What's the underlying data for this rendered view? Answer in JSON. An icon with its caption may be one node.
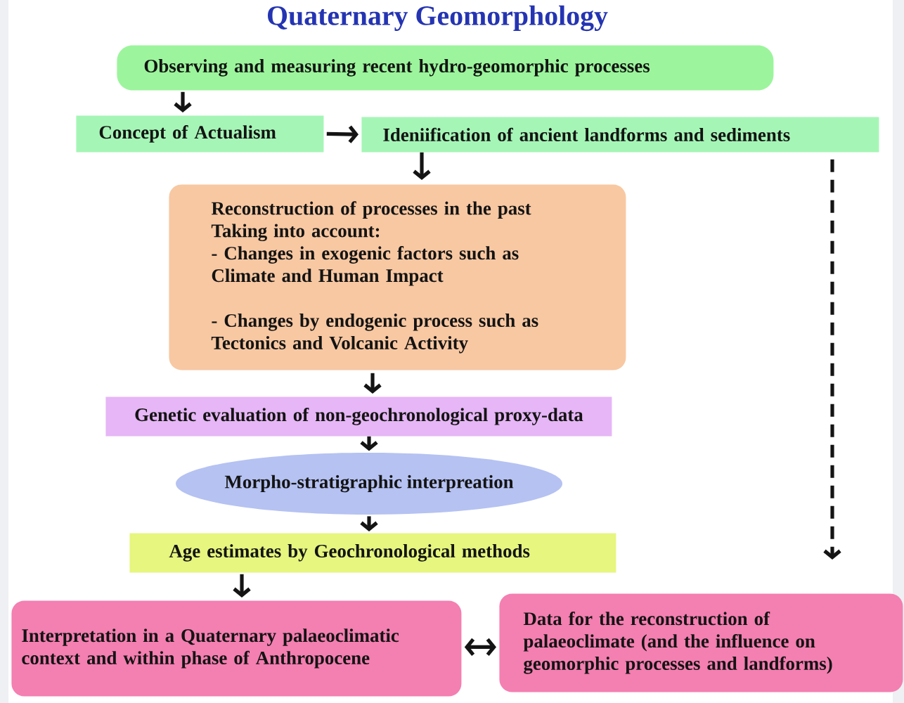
{
  "diagram": {
    "title": "Quaternary Geomorphology",
    "nodes": [
      {
        "text": [
          "Observing and measuring recent hydro-geomorphic processes"
        ]
      },
      {
        "text": [
          "Concept of Actualism"
        ]
      },
      {
        "text": [
          "Ideniification of ancient landforms and sediments"
        ]
      },
      {
        "text": [
          "Reconstruction of processes in the past",
          "Taking into account:",
          "- Changes in exogenic factors such as Climate and Human Impact",
          "- Changes by endogenic process such as Tectonics and Volcanic Activity"
        ]
      },
      {
        "text": [
          "Genetic evaluation of non-geochronological proxy-data"
        ]
      },
      {
        "text": [
          "Morpho-stratigraphic interpreation"
        ]
      },
      {
        "text": [
          "Age estimates by Geochronological methods"
        ]
      },
      {
        "text": [
          "Interpretation in a Quaternary palaeoclimatic context and within phase of Anthropocene"
        ]
      },
      {
        "text": [
          "Data for the reconstruction of palaeoclimate (and the influence on geomorphic processes and landforms)"
        ]
      }
    ],
    "edges": [
      {
        "from": 0,
        "to": 1,
        "arrow": "to"
      },
      {
        "from": 1,
        "to": 2,
        "arrow": "to"
      },
      {
        "from": 2,
        "to": 3,
        "arrow": "to"
      },
      {
        "from": 3,
        "to": 4,
        "arrow": "to"
      },
      {
        "from": 4,
        "to": 5,
        "arrow": "to"
      },
      {
        "from": 5,
        "to": 6,
        "arrow": "to"
      },
      {
        "from": 6,
        "to": 7,
        "arrow": "to"
      },
      {
        "from": 7,
        "to": 8,
        "arrow": "both"
      },
      {
        "from": 2,
        "to": 8,
        "arrow": "to",
        "style": "dashed"
      }
    ]
  }
}
